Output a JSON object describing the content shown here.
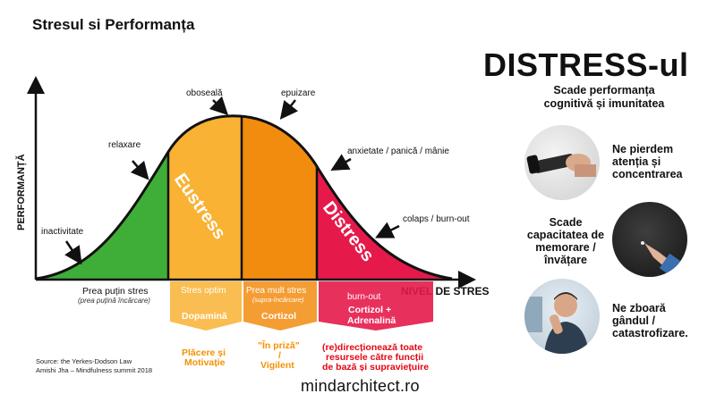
{
  "title": "Stresul si Performanța",
  "heading": "DISTRESS-ul",
  "subheading_l1": "Scade performanța",
  "subheading_l2": "cognitivă și imunitatea",
  "axis": {
    "y": "PERFORMANȚĂ",
    "x": "NIVEL DE STRES"
  },
  "curve_labels": {
    "inactivitate": "inactivitate",
    "relaxare": "relaxare",
    "oboseala": "oboseală",
    "epuizare": "epuizare",
    "anxietate": "anxietate / panică / mânie",
    "colaps": "colaps / burn-out"
  },
  "zones": {
    "eustress": "Eustress",
    "distress": "Distress"
  },
  "bottom": {
    "low_l1": "Prea puțin stres",
    "low_l2": "(prea puțină încărcare)",
    "optimal": "Stres optim",
    "high_l1": "Prea mult stres",
    "high_l2": "(supra-încărcare)",
    "burnout": "burn-out"
  },
  "hormones": {
    "dopamine": "Dopamină",
    "cortisol": "Cortizol",
    "cort_adr_l1": "Cortizol +",
    "cort_adr_l2": "Adrenalină"
  },
  "effects": {
    "pleasure_l1": "Plăcere și",
    "pleasure_l2": "Motivație",
    "plugged_l1": "\"În priză\"",
    "plugged_l2": "/",
    "plugged_l3": "Vigilent",
    "redirect_l1": "(re)direcționează toate",
    "redirect_l2": "resursele către funcții",
    "redirect_l3": "de bază și supraviețuire"
  },
  "facts": [
    {
      "l1": "Ne pierdem",
      "l2": "atenția și",
      "l3": "concentrarea",
      "icon": "flashlight-icon"
    },
    {
      "l1": "Scade",
      "l2": "capacitatea de",
      "l3": "memorare /",
      "l4": "învățare",
      "icon": "blackboard-icon"
    },
    {
      "l1": "Ne zboară",
      "l2": "gândul /",
      "l3": "catastrofizare.",
      "icon": "thinking-person-icon"
    }
  ],
  "source_l1": "Source: the Yerkes-Dodson Law",
  "source_l2": "Amishi Jha – Mindfulness  summit 2018",
  "website": "mindarchitect.ro",
  "colors": {
    "green": "#3fae38",
    "yellow": "#f9b233",
    "orange": "#f28c0f",
    "red": "#e6194b",
    "text_orange": "#f39200",
    "text_red": "#e30613"
  }
}
